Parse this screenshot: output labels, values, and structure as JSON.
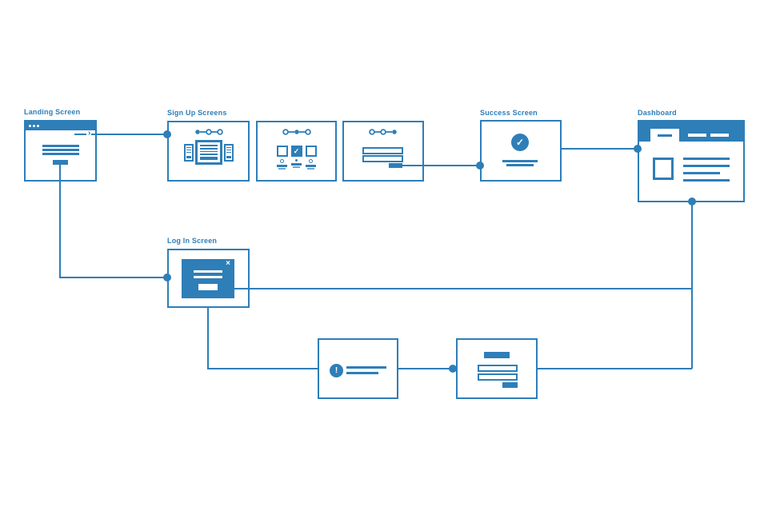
{
  "diagram": {
    "type": "user-flow-wireframe",
    "colors": {
      "accent": "#2e7eb8",
      "accent_light": "#6da6ce",
      "background": "#ffffff"
    },
    "nodes": {
      "landing": {
        "label": "Landing Screen"
      },
      "signup": {
        "label": "Sign Up Screens"
      },
      "success": {
        "label": "Success Screen"
      },
      "dashboard": {
        "label": "Dashboard"
      },
      "login": {
        "label": "Log In Screen"
      },
      "error": {
        "label": ""
      },
      "form": {
        "label": ""
      }
    },
    "icons": {
      "chevron_right": "›",
      "check": "✓",
      "close": "×",
      "exclamation": "!"
    },
    "edges": [
      "landing → signup-step-1",
      "landing → login",
      "signup-step-3 → success",
      "success → dashboard",
      "login → dashboard",
      "login → error",
      "error → form",
      "form → dashboard"
    ]
  }
}
